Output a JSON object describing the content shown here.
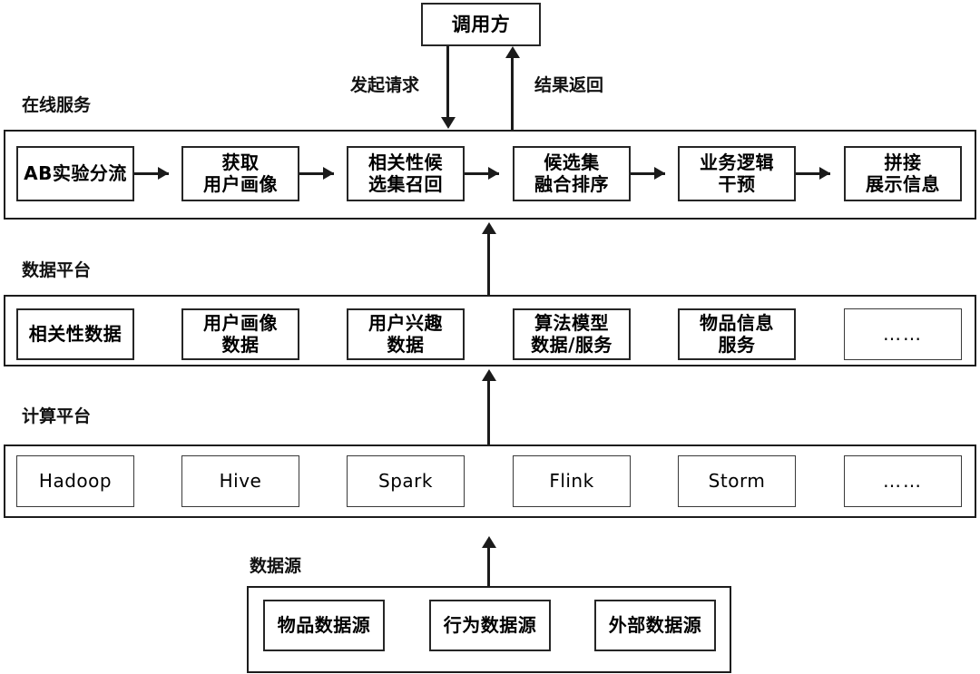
{
  "diagram": {
    "title_box": {
      "label": "调用方"
    },
    "edges": {
      "request_label": "发起请求",
      "response_label": "结果返回"
    },
    "layers": [
      {
        "id": "online-service",
        "label": "在线服务",
        "nodes": [
          {
            "label": "AB实验分流"
          },
          {
            "label": "获取\n用户画像"
          },
          {
            "label": "相关性候\n选集召回"
          },
          {
            "label": "候选集\n融合排序"
          },
          {
            "label": "业务逻辑\n干预"
          },
          {
            "label": "拼接\n展示信息"
          }
        ]
      },
      {
        "id": "data-platform",
        "label": "数据平台",
        "nodes": [
          {
            "label": "相关性数据"
          },
          {
            "label": "用户画像\n数据"
          },
          {
            "label": "用户兴趣\n数据"
          },
          {
            "label": "算法模型\n数据/服务"
          },
          {
            "label": "物品信息\n服务"
          },
          {
            "label": "……"
          }
        ]
      },
      {
        "id": "compute-platform",
        "label": "计算平台",
        "nodes": [
          {
            "label": "Hadoop"
          },
          {
            "label": "Hive"
          },
          {
            "label": "Spark"
          },
          {
            "label": "Flink"
          },
          {
            "label": "Storm"
          },
          {
            "label": "……"
          }
        ]
      },
      {
        "id": "data-source",
        "label": "数据源",
        "nodes": [
          {
            "label": "物品数据源"
          },
          {
            "label": "行为数据源"
          },
          {
            "label": "外部数据源"
          }
        ]
      }
    ],
    "colors": {
      "stroke": "#1b1b1b",
      "background": "#ffffff",
      "text": "#000000"
    }
  }
}
